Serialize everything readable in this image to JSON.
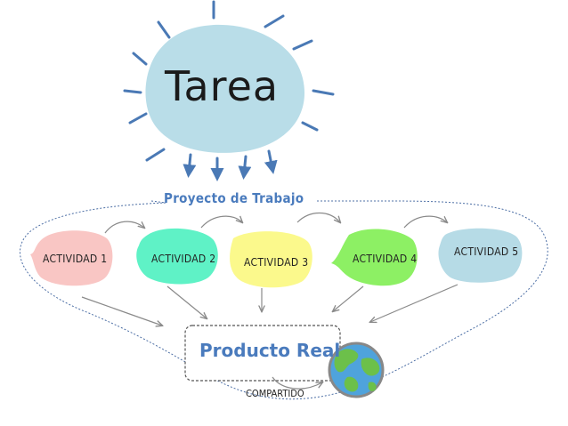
{
  "diagram": {
    "task_label": "Tarea",
    "project_label": "Proyecto de Trabajo",
    "activities": [
      {
        "label": "ACTIVIDAD 1",
        "color": "#f9c6c4"
      },
      {
        "label": "ACTIVIDAD 2",
        "color": "#5ff2c6"
      },
      {
        "label": "ACTIVIDAD 3",
        "color": "#fbf98c"
      },
      {
        "label": "ACTIVIDAD 4",
        "color": "#8df064"
      },
      {
        "label": "ACTIVIDAD 5",
        "color": "#b6dbe6"
      }
    ],
    "product_label": "Producto Real",
    "shared_label": "COMPARTIDO",
    "colors": {
      "sun": "#b9dde8",
      "rays": "#4a79b5",
      "title_blue": "#4a7bbd",
      "outline": "#4d6fa5",
      "arrow": "#8a8a8a",
      "globe_ocean": "#4fa3dc",
      "globe_land": "#6cc04a"
    },
    "icons": {
      "globe": "globe-icon",
      "sun": "sun-icon"
    }
  }
}
